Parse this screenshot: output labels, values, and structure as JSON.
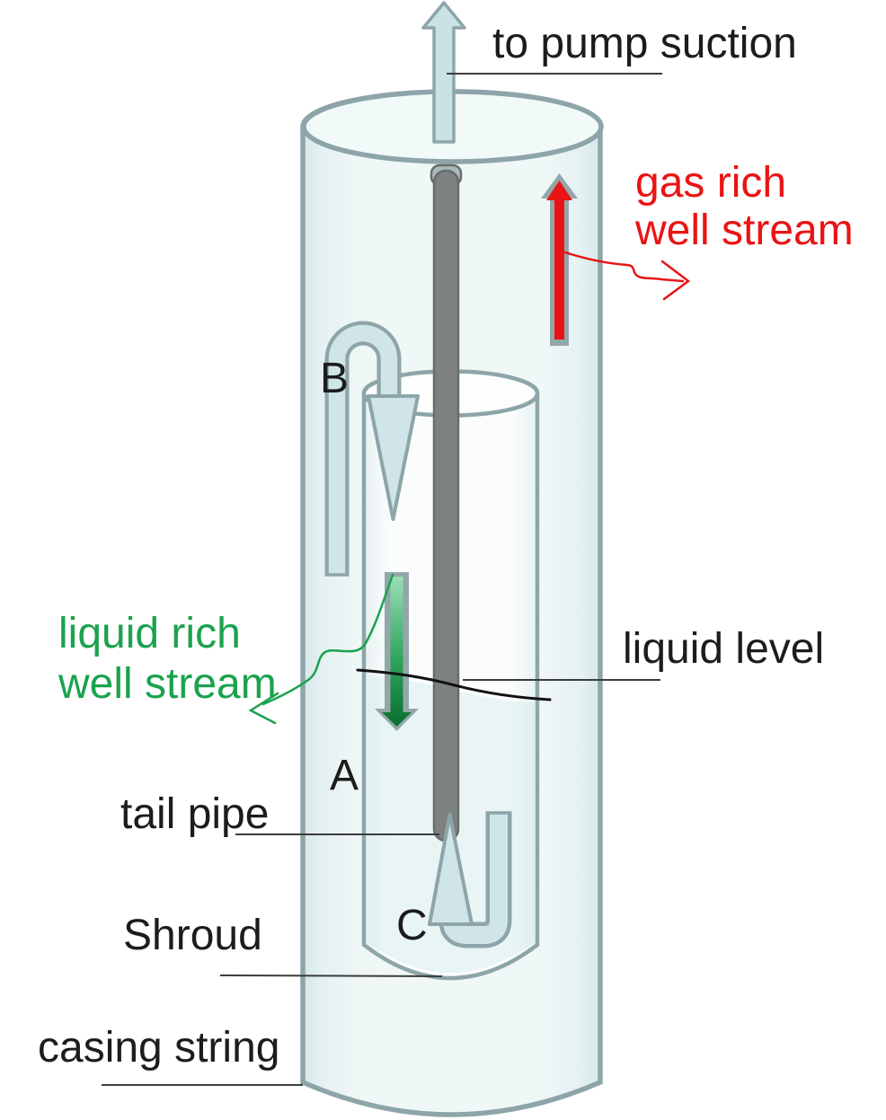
{
  "diagram": {
    "type": "downhole-separator-schematic",
    "labels": {
      "pump_suction": "to pump suction",
      "gas_rich_line1": "gas rich",
      "gas_rich_line2": "well stream",
      "liquid_rich_line1": "liquid rich",
      "liquid_rich_line2": "well stream",
      "liquid_level": "liquid level",
      "tail_pipe": "tail pipe",
      "shroud": "Shroud",
      "casing_string": "casing string",
      "point_a": "A",
      "point_b": "B",
      "point_c": "C"
    }
  },
  "colors": {
    "ink": "#1c1c1c",
    "red": "#e91414",
    "green": "#1aa24e",
    "outline": "#8da5a9",
    "arrow-gray": "#93a7ab",
    "tube": "#cfe5e8",
    "lt-arrow": "#c9e2e6",
    "pipe": "#7d817f",
    "pipe-edge": "#686c6a",
    "pipe-cap": "#a9babc",
    "leader": "#3c3c3c",
    "level": "#111111",
    "casing-edge": "#d7e8ea",
    "casing-mid": "#f0f7f7",
    "shroud-edge": "#e7f1f2",
    "shroud-mid": "#fbfdfd",
    "casing-rim": "#f2f9f9",
    "shroud-rim": "#fdffff",
    "liquid-tint": "#d8ebee",
    "green-arrow-top": "#9ce0b6",
    "green-arrow-mid": "#2ea55c",
    "green-arrow-bottom": "#0a6e30"
  }
}
